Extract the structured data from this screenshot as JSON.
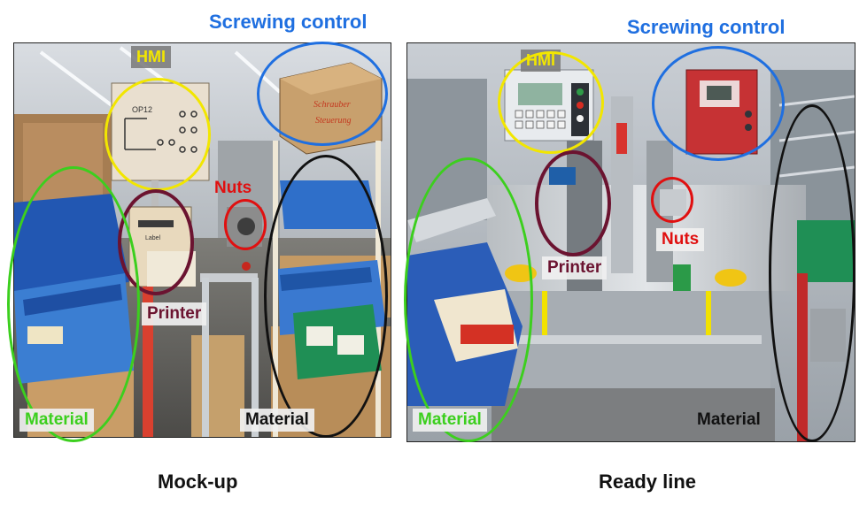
{
  "colors": {
    "hmi": "#f2e600",
    "screwing": "#1f6fe0",
    "nuts": "#e01010",
    "printer": "#6b1330",
    "material_left": "#3ccf1e",
    "material_right": "#111111"
  },
  "mockup": {
    "caption": "Mock-up",
    "labels": {
      "hmi": "HMI",
      "screwing": "Screwing control",
      "nuts": "Nuts",
      "printer": "Printer",
      "material_left": "Material",
      "material_right": "Material"
    },
    "photo_text": {
      "hmi_box": "OP12",
      "screw_box_line1": "Schrauber",
      "screw_box_line2": "Steuerung",
      "printer_box": "Label"
    }
  },
  "ready": {
    "caption": "Ready line",
    "labels": {
      "hmi": "HMI",
      "screwing": "Screwing control",
      "nuts": "Nuts",
      "printer": "Printer",
      "material_left": "Material",
      "material_right": "Material"
    }
  }
}
